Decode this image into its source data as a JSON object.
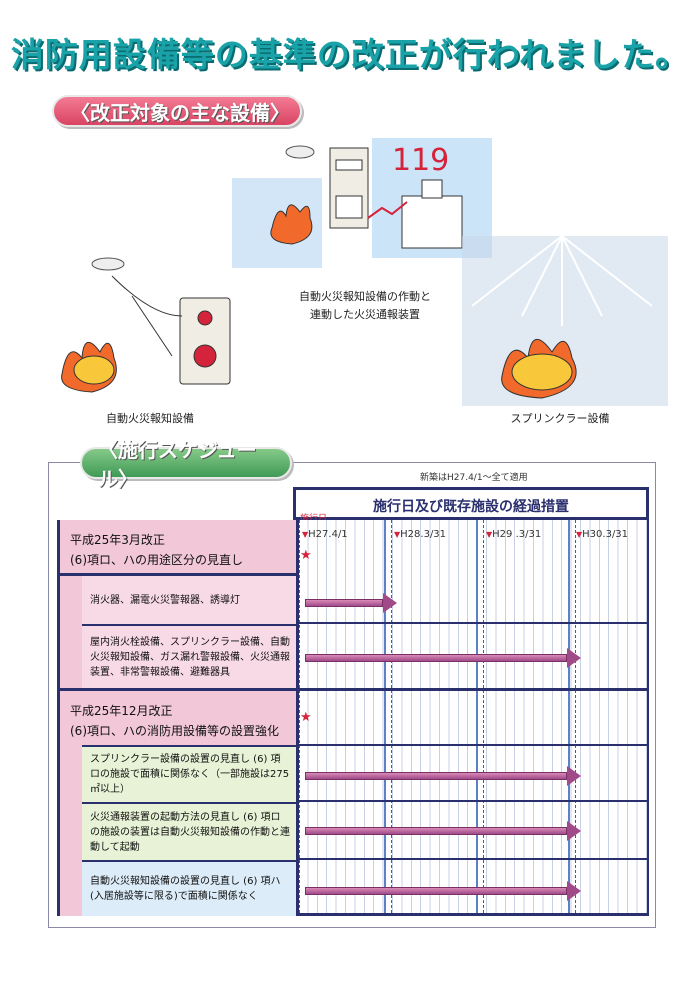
{
  "title": "消防用設備等の基準の改正が行われました。",
  "section1": {
    "label": "〈改正対象の主な設備〉",
    "captions": {
      "left": "自動火災報知設備",
      "center_line1": "自動火災報知設備の作動と",
      "center_line2": "連動した火災通報装置",
      "right": "スプリンクラー設備"
    },
    "sign_119": "119"
  },
  "section2": {
    "label": "〈施行スケジュール〉",
    "note": "新築はH27.4/1〜全て適用",
    "header": "施行日及び既存施設の経過措置",
    "header_sub": "施行日",
    "dates": [
      "H27.4/1",
      "H28.3/31",
      "H29 .3/31",
      "H30.3/31"
    ],
    "group1": {
      "line1": "平成25年3月改正",
      "line2": "(6)項ロ、ハの用途区分の見直し",
      "rows": [
        {
          "text": "消火器、漏電火災警報器、誘導灯",
          "end": "H28.3/31"
        },
        {
          "text": "屋内消火栓設備、スプリンクラー設備、自動火災報知設備、ガス漏れ警報設備、火災通報装置、非常警報設備、避難器具",
          "end": "H30.3/31"
        }
      ]
    },
    "group2": {
      "line1": "平成25年12月改正",
      "line2": "(6)項ロ、ハの消防用設備等の設置強化",
      "rows": [
        {
          "text": "スプリンクラー設備の設置の見直し (6) 項ロの施設で面積に関係なく（一部施設は275㎡以上）",
          "end": "H30.3/31"
        },
        {
          "text": "火災通報装置の起動方法の見直し (6) 項ロの施設の装置は自動火災報知設備の作動と連動して起動",
          "end": "H30.3/31"
        },
        {
          "text": "自動火災報知設備の設置の見直し (6) 項ハ(入居施設等に限る)で面積に関係なく",
          "end": "H30.3/31"
        }
      ]
    }
  }
}
